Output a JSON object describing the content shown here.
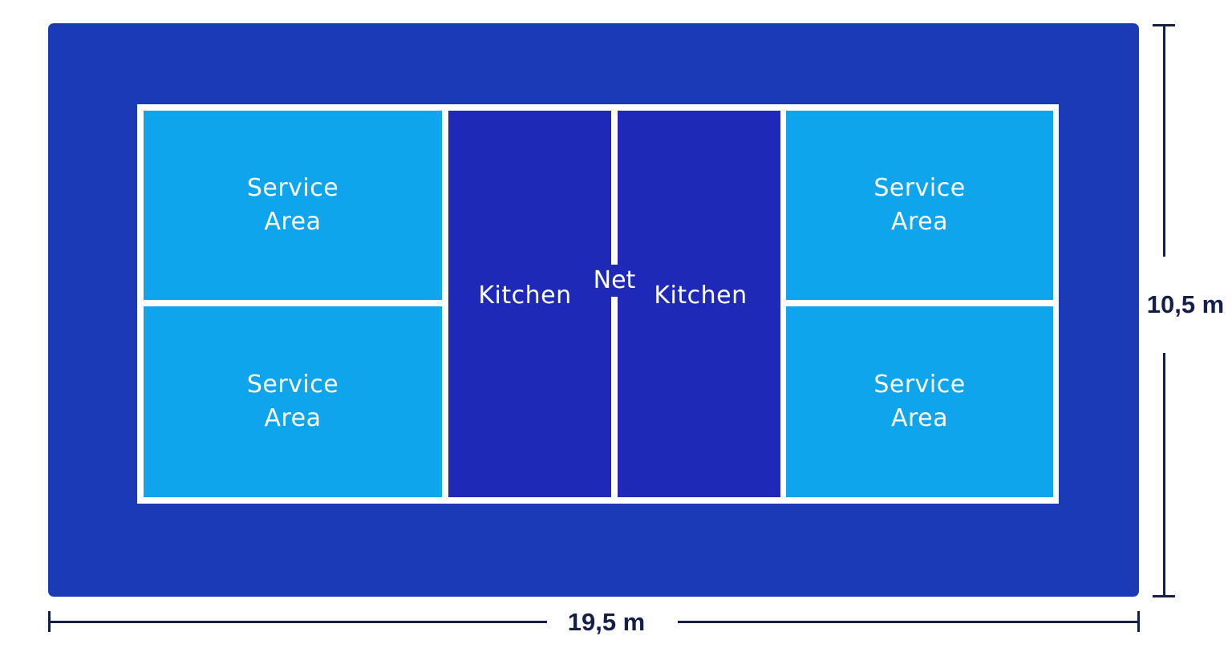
{
  "court": {
    "service_areas": [
      {
        "id": "left-top",
        "label": "Service\nArea"
      },
      {
        "id": "left-bottom",
        "label": "Service\nArea"
      },
      {
        "id": "right-top",
        "label": "Service\nArea"
      },
      {
        "id": "right-bottom",
        "label": "Service\nArea"
      }
    ],
    "kitchens": [
      {
        "id": "left",
        "label": "Kitchen"
      },
      {
        "id": "right",
        "label": "Kitchen"
      }
    ],
    "net_label": "Net"
  },
  "dimensions": {
    "width_label": "19,5 m",
    "height_label": "10,5 m"
  },
  "colors": {
    "surround": "#1a3bb5",
    "service_area": "#0ea5ec",
    "kitchen": "#1e2ab7",
    "lines": "#ffffff",
    "dimension": "#15204a"
  }
}
